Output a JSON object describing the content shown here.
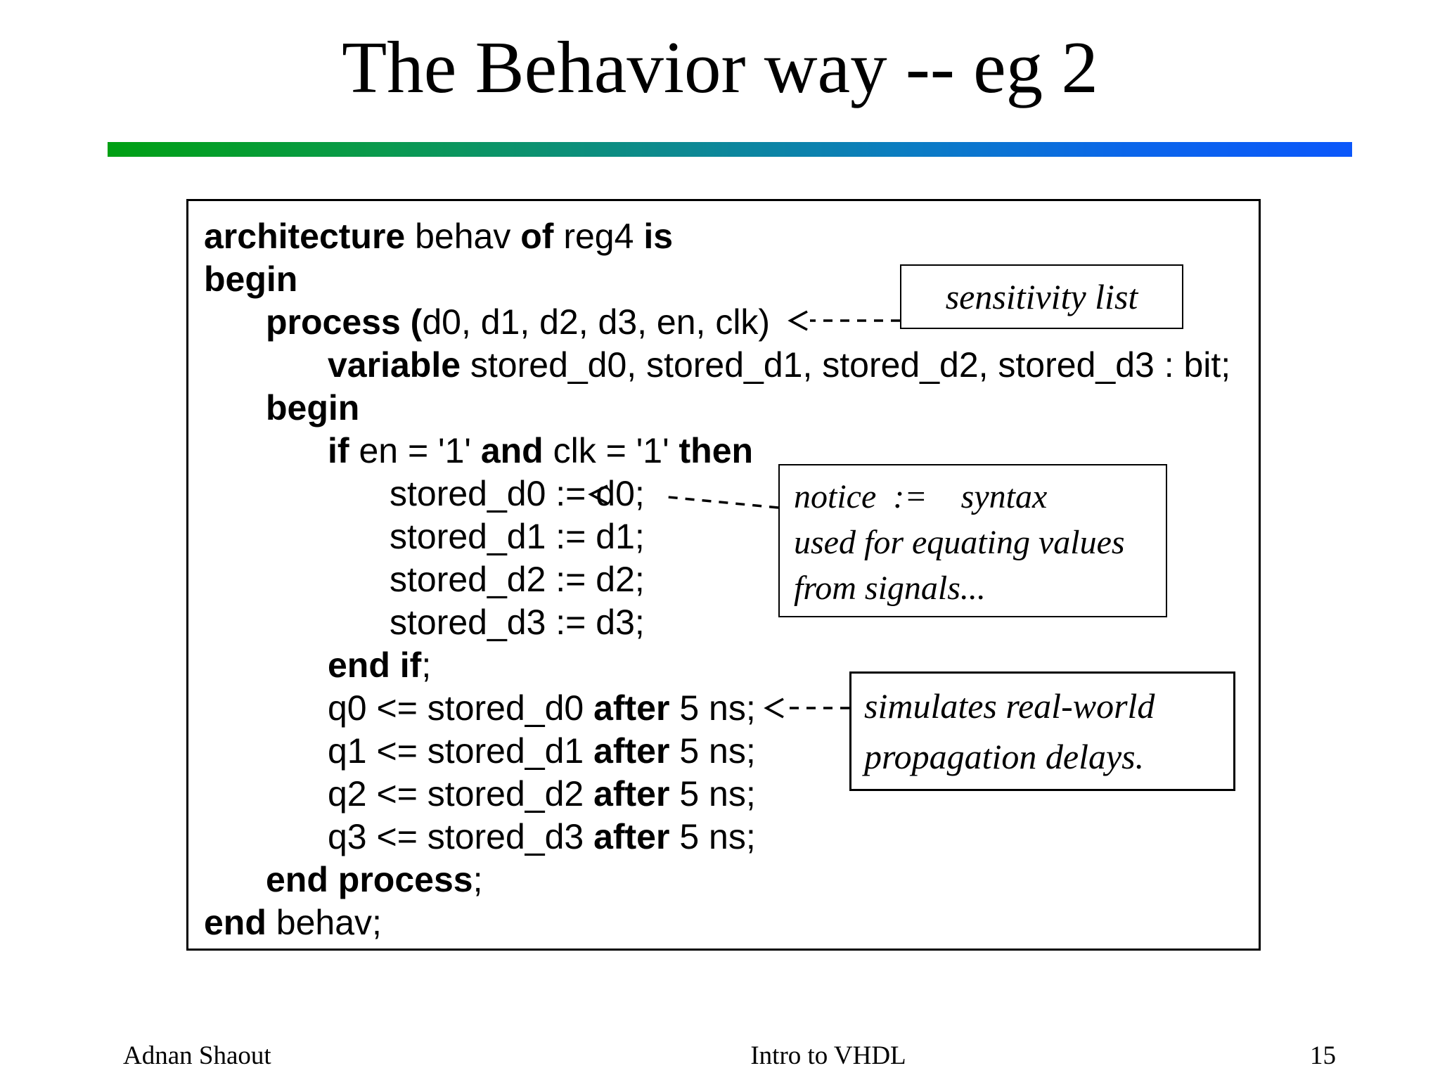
{
  "title": "The Behavior way -- eg 2",
  "divider_colors": {
    "left": "#00a013",
    "right": "#0b57fa"
  },
  "code": {
    "lines": [
      {
        "indent": 0,
        "segments": [
          {
            "t": "architecture ",
            "bold": true
          },
          {
            "t": "behav ",
            "bold": false
          },
          {
            "t": "of ",
            "bold": true
          },
          {
            "t": "reg4 ",
            "bold": false
          },
          {
            "t": "is",
            "bold": true
          }
        ]
      },
      {
        "indent": 0,
        "segments": [
          {
            "t": "begin",
            "bold": true
          }
        ]
      },
      {
        "indent": 1,
        "segments": [
          {
            "t": "process (",
            "bold": true
          },
          {
            "t": "d0, d1, d2, d3, en, clk)",
            "bold": false
          }
        ]
      },
      {
        "indent": 2,
        "segments": [
          {
            "t": "variable ",
            "bold": true
          },
          {
            "t": "stored_d0, stored_d1, stored_d2, stored_d3 : bit;",
            "bold": false
          }
        ]
      },
      {
        "indent": 1,
        "segments": [
          {
            "t": "begin",
            "bold": true
          }
        ]
      },
      {
        "indent": 2,
        "segments": [
          {
            "t": "if ",
            "bold": true
          },
          {
            "t": "en = '1' ",
            "bold": false
          },
          {
            "t": "and ",
            "bold": true
          },
          {
            "t": "clk = '1' ",
            "bold": false
          },
          {
            "t": "then",
            "bold": true
          }
        ]
      },
      {
        "indent": 3,
        "segments": [
          {
            "t": "stored_d0 := d0;",
            "bold": false
          }
        ]
      },
      {
        "indent": 3,
        "segments": [
          {
            "t": "stored_d1 := d1;",
            "bold": false
          }
        ]
      },
      {
        "indent": 3,
        "segments": [
          {
            "t": "stored_d2 := d2;",
            "bold": false
          }
        ]
      },
      {
        "indent": 3,
        "segments": [
          {
            "t": "stored_d3 := d3;",
            "bold": false
          }
        ]
      },
      {
        "indent": 2,
        "segments": [
          {
            "t": "end if",
            "bold": true
          },
          {
            "t": ";",
            "bold": false
          }
        ]
      },
      {
        "indent": 2,
        "segments": [
          {
            "t": "q0 <= stored_d0 ",
            "bold": false
          },
          {
            "t": "after",
            "bold": true
          },
          {
            "t": " 5 ns;",
            "bold": false
          }
        ]
      },
      {
        "indent": 2,
        "segments": [
          {
            "t": "q1 <= stored_d1 ",
            "bold": false
          },
          {
            "t": "after",
            "bold": true
          },
          {
            "t": " 5 ns;",
            "bold": false
          }
        ]
      },
      {
        "indent": 2,
        "segments": [
          {
            "t": "q2 <= stored_d2 ",
            "bold": false
          },
          {
            "t": "after",
            "bold": true
          },
          {
            "t": " 5 ns;",
            "bold": false
          }
        ]
      },
      {
        "indent": 2,
        "segments": [
          {
            "t": "q3 <= stored_d3 ",
            "bold": false
          },
          {
            "t": "after",
            "bold": true
          },
          {
            "t": " 5 ns;",
            "bold": false
          }
        ]
      },
      {
        "indent": 1,
        "segments": [
          {
            "t": "end process",
            "bold": true
          },
          {
            "t": ";",
            "bold": false
          }
        ]
      },
      {
        "indent": 0,
        "segments": [
          {
            "t": "end ",
            "bold": true
          },
          {
            "t": "behav;",
            "bold": false
          }
        ]
      }
    ]
  },
  "annotations": {
    "sensitivity": {
      "lines": [
        "sensitivity list"
      ]
    },
    "notice": {
      "lines": [
        "notice  :=    syntax",
        "used for equating values",
        "from signals..."
      ]
    },
    "delays": {
      "lines": [
        "simulates real-world",
        "propagation delays."
      ]
    }
  },
  "footer": {
    "author": "Adnan Shaout",
    "course": "Intro to VHDL",
    "page_number": "15"
  }
}
